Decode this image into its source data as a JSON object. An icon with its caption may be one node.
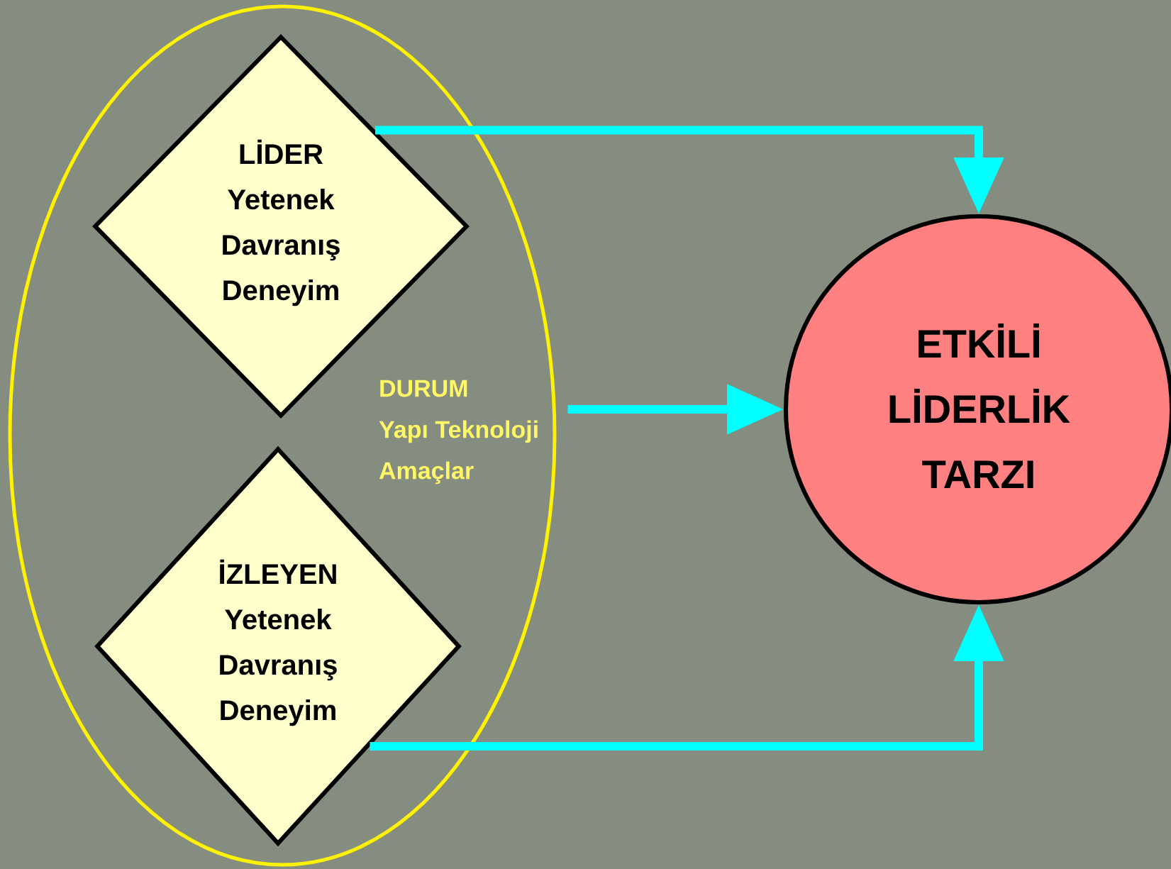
{
  "diagram": {
    "nodes": [
      {
        "text": [
          "DURUM",
          "Yapı Teknoloji Amaçlar"
        ]
      },
      {
        "text": [
          "LİDER Yetenek Davranış Deneyim"
        ],
        "in": 0
      },
      {
        "text": [
          "İZLEYEN Yetenek Davranış Deneyim"
        ],
        "in": 0
      },
      {
        "text": [
          "ETKİLİ LİDERLİK TARZI"
        ]
      }
    ],
    "edges": [
      {
        "from": 1,
        "to": 3,
        "arrow": "to"
      },
      {
        "from": 0,
        "to": 3,
        "arrow": "to"
      },
      {
        "from": 2,
        "to": 3,
        "arrow": "to"
      }
    ]
  }
}
